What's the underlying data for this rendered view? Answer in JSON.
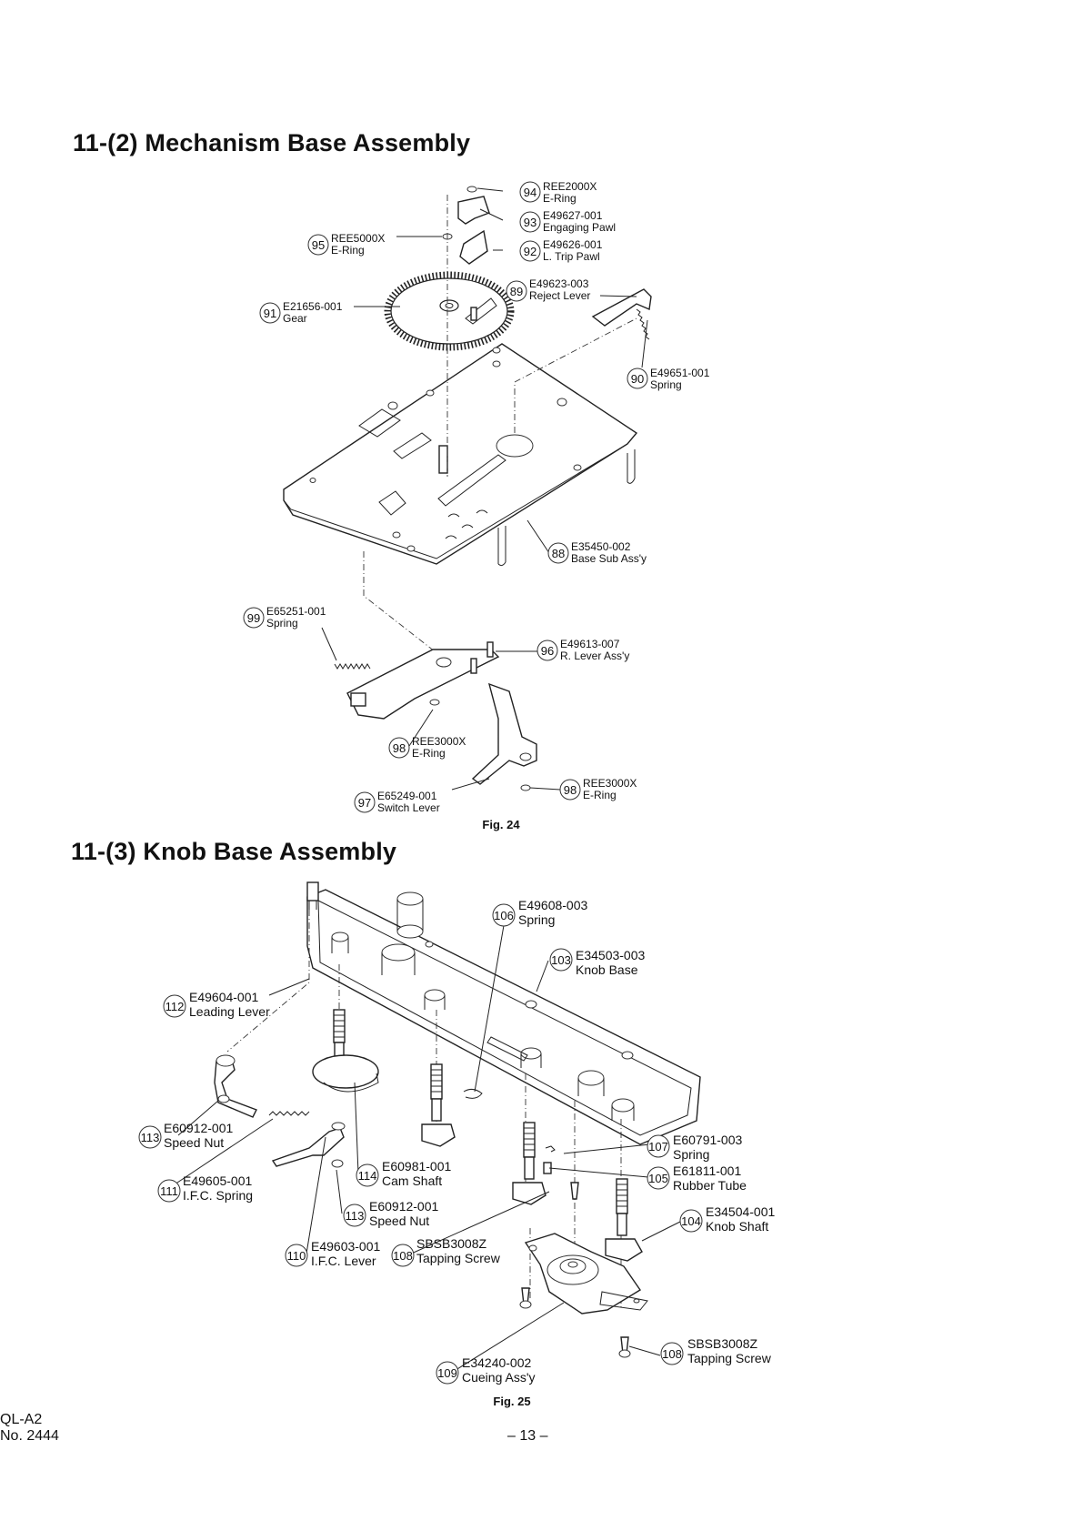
{
  "section_mechanism": {
    "title": "11-(2) Mechanism Base Assembly"
  },
  "section_knob": {
    "title": "11-(3) Knob Base Assembly"
  },
  "fig24": {
    "caption": "Fig. 24",
    "parts": [
      {
        "ref": "94",
        "code": "REE2000X",
        "name": "E-Ring"
      },
      {
        "ref": "93",
        "code": "E49627-001",
        "name": "Engaging Pawl"
      },
      {
        "ref": "95",
        "code": "REE5000X",
        "name": "E-Ring"
      },
      {
        "ref": "92",
        "code": "E49626-001",
        "name": "L. Trip Pawl"
      },
      {
        "ref": "89",
        "code": "E49623-003",
        "name": "Reject Lever"
      },
      {
        "ref": "91",
        "code": "E21656-001",
        "name": "Gear"
      },
      {
        "ref": "90",
        "code": "E49651-001",
        "name": "Spring"
      },
      {
        "ref": "88",
        "code": "E35450-002",
        "name": "Base Sub Ass'y"
      },
      {
        "ref": "99",
        "code": "E65251-001",
        "name": "Spring"
      },
      {
        "ref": "96",
        "code": "E49613-007",
        "name": "R. Lever Ass'y"
      },
      {
        "ref": "98",
        "code": "REE3000X",
        "name": "E-Ring"
      },
      {
        "ref": "97",
        "code": "E65249-001",
        "name": "Switch Lever"
      },
      {
        "ref": "98",
        "code": "REE3000X",
        "name": "E-Ring"
      }
    ]
  },
  "fig25": {
    "caption": "Fig. 25",
    "parts": [
      {
        "ref": "106",
        "code": "E49608-003",
        "name": "Spring"
      },
      {
        "ref": "103",
        "code": "E34503-003",
        "name": "Knob Base"
      },
      {
        "ref": "112",
        "code": "E49604-001",
        "name": "Leading Lever"
      },
      {
        "ref": "113",
        "code": "E60912-001",
        "name": "Speed Nut"
      },
      {
        "ref": "107",
        "code": "E60791-003",
        "name": "Spring"
      },
      {
        "ref": "105",
        "code": "E61811-001",
        "name": "Rubber Tube"
      },
      {
        "ref": "114",
        "code": "E60981-001",
        "name": "Cam Shaft"
      },
      {
        "ref": "111",
        "code": "E49605-001",
        "name": "I.F.C. Spring"
      },
      {
        "ref": "113",
        "code": "E60912-001",
        "name": "Speed Nut"
      },
      {
        "ref": "104",
        "code": "E34504-001",
        "name": "Knob Shaft"
      },
      {
        "ref": "110",
        "code": "E49603-001",
        "name": "I.F.C. Lever"
      },
      {
        "ref": "108",
        "code": "SBSB3008Z",
        "name": "Tapping Screw"
      },
      {
        "ref": "108",
        "code": "SBSB3008Z",
        "name": "Tapping Screw"
      },
      {
        "ref": "109",
        "code": "E34240-002",
        "name": "Cueing Ass'y"
      }
    ]
  },
  "footer": {
    "model": "QL-A2",
    "doc_no": "No. 2444",
    "page": "– 13 –"
  }
}
